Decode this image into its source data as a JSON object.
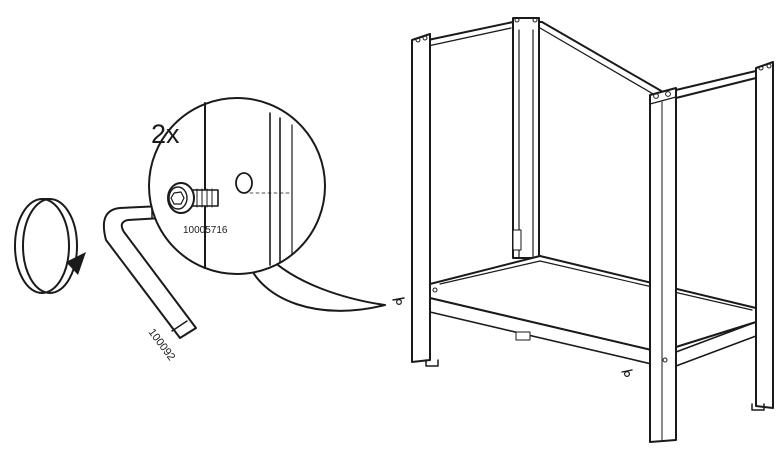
{
  "labels": {
    "quantity": "2x",
    "screw_part_number": "10005716",
    "hex_key_part_number": "100092"
  },
  "icons": {
    "rotation": "clockwise-rotation-arrow-icon",
    "tool": "hex-key-icon",
    "fastener": "hex-socket-screw-icon"
  },
  "colors": {
    "line": "#1a1a1a",
    "background": "#ffffff"
  }
}
